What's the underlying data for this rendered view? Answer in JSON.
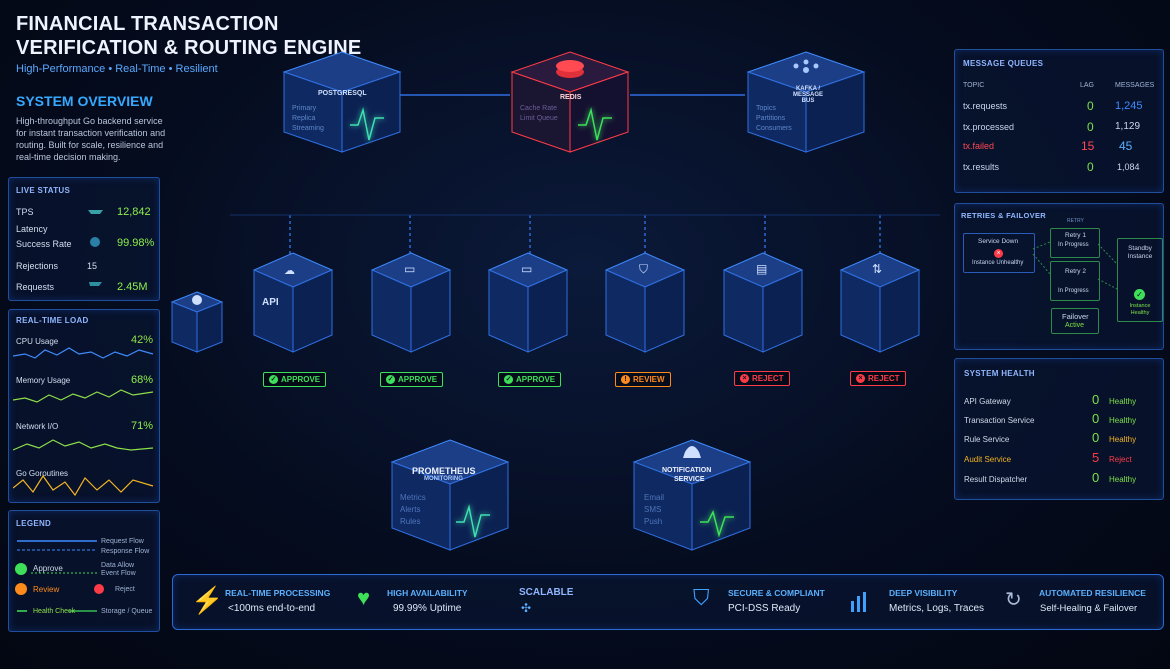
{
  "header": {
    "title_line1": "FINANCIAL TRANSACTION",
    "title_line2": "VERIFICATION & ROUTING ENGINE",
    "subtitle": "High-Performance • Real-Time • Resilient"
  },
  "overview": {
    "heading": "SYSTEM OVERVIEW",
    "text": "High-throughput Go backend service for instant transaction verification and routing. Built for scale, resilience and real-time decision making."
  },
  "live_status": {
    "heading": "LIVE STATUS",
    "rows": [
      {
        "label": "TPS",
        "value": "12,842"
      },
      {
        "label": "Latency",
        "value": ""
      },
      {
        "label": "Success Rate",
        "value": "99.98%"
      },
      {
        "label": "Rejections",
        "value": "15"
      },
      {
        "label": "Requests",
        "value": "2.45M"
      }
    ]
  },
  "realtime_load": {
    "heading": "REAL-TIME LOAD",
    "metrics": [
      {
        "label": "CPU Usage",
        "value": "42%",
        "color": "#3f8cff"
      },
      {
        "label": "Memory Usage",
        "value": "68%",
        "color": "#8ee04a"
      },
      {
        "label": "Network I/O",
        "value": "71%",
        "color": "#8ee04a"
      },
      {
        "label": "Go Goroutines",
        "value": "",
        "color": "#f4b324"
      }
    ]
  },
  "legend": {
    "heading": "LEGEND",
    "items": [
      {
        "label": "Request Flow"
      },
      {
        "label": "Response Flow"
      },
      {
        "label": "Approve"
      },
      {
        "label": "Data Allow Event Flow"
      },
      {
        "label": "Review"
      },
      {
        "label": "Reject"
      },
      {
        "label": "Health Check"
      },
      {
        "label": "Storage / Queue"
      }
    ]
  },
  "top_nodes": [
    {
      "name": "POSTGRESQL",
      "side": "Primary Replica Streaming",
      "accent": "#3e8bff"
    },
    {
      "name": "REDIS",
      "side": "Cache Rate Limit Queue",
      "accent": "#ff3b47"
    },
    {
      "name": "KAFKA / MESSAGE BUS",
      "side": "Topics Partitions Consumers",
      "accent": "#3e8bff"
    }
  ],
  "pipeline": [
    {
      "badge": "APPROVE",
      "type": "approve"
    },
    {
      "badge": "APPROVE",
      "type": "approve"
    },
    {
      "badge": "APPROVE",
      "type": "approve"
    },
    {
      "badge": "REVIEW",
      "type": "review"
    },
    {
      "badge": "REJECT",
      "type": "reject"
    },
    {
      "badge": "REJECT",
      "type": "reject"
    }
  ],
  "bottom_nodes": [
    {
      "name": "PROMETHEUS",
      "sub": "MONITORING",
      "side": "Metrics Alerts Rules"
    },
    {
      "name": "NOTIFICATION",
      "sub": "SERVICE",
      "side": "Email SMS Push"
    }
  ],
  "message_queues": {
    "heading": "MESSAGE QUEUES",
    "columns": [
      "TOPIC",
      "LAG",
      "MESSAGES"
    ],
    "rows": [
      {
        "topic": "tx.requests",
        "lag": "0",
        "messages": "1,245",
        "status": "ok"
      },
      {
        "topic": "tx.processed",
        "lag": "0",
        "messages": "1,129",
        "status": "ok"
      },
      {
        "topic": "tx.failed",
        "lag": "15",
        "messages": "45",
        "status": "bad"
      },
      {
        "topic": "tx.results",
        "lag": "0",
        "messages": "1,084",
        "status": "ok"
      }
    ]
  },
  "retries": {
    "heading": "RETRIES & FAILOVER",
    "retry_label": "RETRY",
    "service_down": "Service Down",
    "instance_unhealthy": "Instance Unhealthy",
    "retry1": "Retry 1",
    "retry1_status": "In Progress",
    "retry2": "Retry 2",
    "retry2_status": "In Progress",
    "standby": "Standby Instance",
    "instance_healthy": "Instance Healthy",
    "failover": "Failover",
    "failover_status": "Active"
  },
  "system_health": {
    "heading": "SYSTEM HEALTH",
    "rows": [
      {
        "label": "API Gateway",
        "count": "0",
        "status": "Healthy",
        "state": "ok"
      },
      {
        "label": "Transaction Service",
        "count": "0",
        "status": "Healthy",
        "state": "ok"
      },
      {
        "label": "Rule Service",
        "count": "0",
        "status": "Healthy",
        "state": "ok"
      },
      {
        "label": "Audit Service",
        "count": "5",
        "status": "Reject",
        "state": "bad"
      },
      {
        "label": "Result Dispatcher",
        "count": "0",
        "status": "Healthy",
        "state": "ok"
      }
    ]
  },
  "features": [
    {
      "label": "REAL-TIME PROCESSING",
      "value": "<100ms end-to-end",
      "icon": "lightning-icon"
    },
    {
      "label": "HIGH AVAILABILITY",
      "value": "99.99% Uptime",
      "icon": "heart-check-icon"
    },
    {
      "label": "SCALABLE",
      "value": "",
      "icon": "scale-icon"
    },
    {
      "label": "SECURE & COMPLIANT",
      "value": "PCI-DSS Ready",
      "icon": "shield-check-icon"
    },
    {
      "label": "DEEP VISIBILITY",
      "value": "Metrics, Logs, Traces",
      "icon": "bar-chart-icon"
    },
    {
      "label": "AUTOMATED RESILIENCE",
      "value": "Self-Healing & Failover",
      "icon": "refresh-icon"
    }
  ],
  "colors": {
    "approve": "#3ee05a",
    "review": "#ff8a1c",
    "reject": "#ff3b47",
    "accent": "#3e8bff"
  }
}
